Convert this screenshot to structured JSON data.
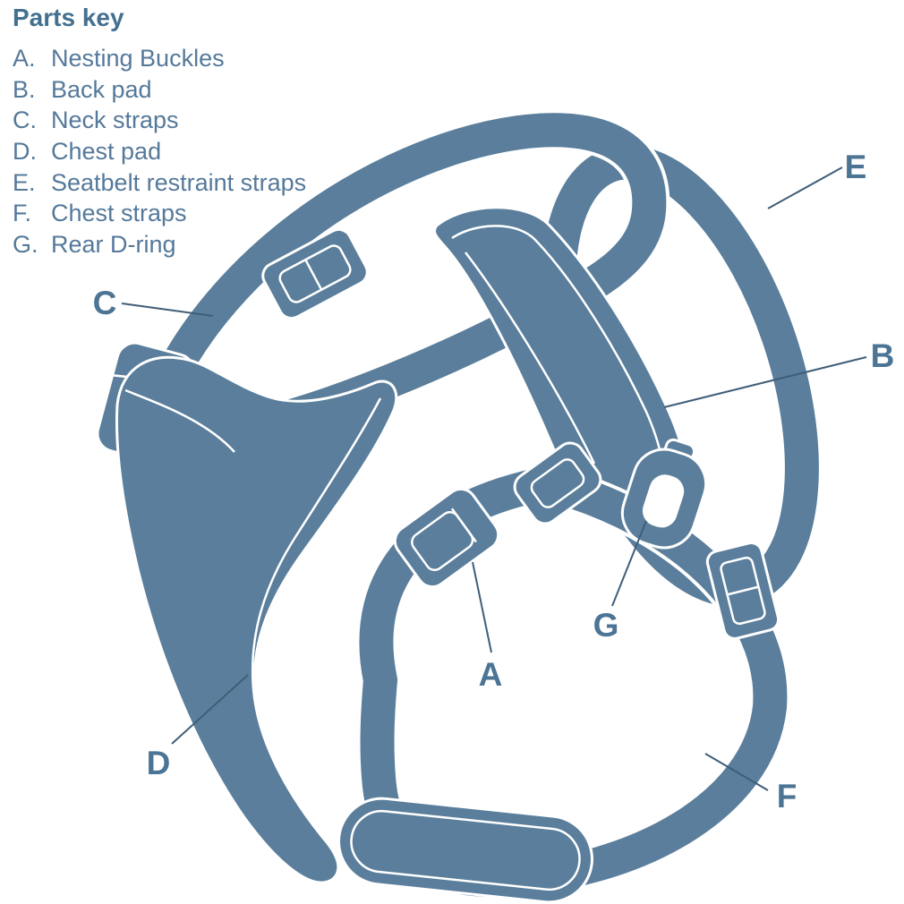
{
  "page": {
    "background": "#ffffff",
    "description": "Dog harness parts diagram with lettered callouts"
  },
  "colors": {
    "strap_fill": "#5a7e9b",
    "strap_outline": "#ffffff",
    "heading_text": "#44708f",
    "list_text": "#55799a",
    "callout_letter": "#4c7494",
    "leader_line": "#3f5e79"
  },
  "parts_key": {
    "title": "Parts key",
    "items": [
      {
        "letter": "A.",
        "label": "Nesting Buckles"
      },
      {
        "letter": "B.",
        "label": "Back pad"
      },
      {
        "letter": "C.",
        "label": "Neck straps"
      },
      {
        "letter": "D.",
        "label": "Chest pad"
      },
      {
        "letter": "E.",
        "label": "Seatbelt restraint straps"
      },
      {
        "letter": "F.",
        "label": "Chest straps"
      },
      {
        "letter": "G.",
        "label": "Rear D-ring"
      }
    ]
  },
  "diagram": {
    "callouts": [
      {
        "letter": "A",
        "part": "Nesting Buckles"
      },
      {
        "letter": "B",
        "part": "Back pad"
      },
      {
        "letter": "C",
        "part": "Neck straps"
      },
      {
        "letter": "D",
        "part": "Chest pad"
      },
      {
        "letter": "E",
        "part": "Seatbelt restraint straps"
      },
      {
        "letter": "F",
        "part": "Chest straps"
      },
      {
        "letter": "G",
        "part": "Rear D-ring"
      }
    ]
  }
}
